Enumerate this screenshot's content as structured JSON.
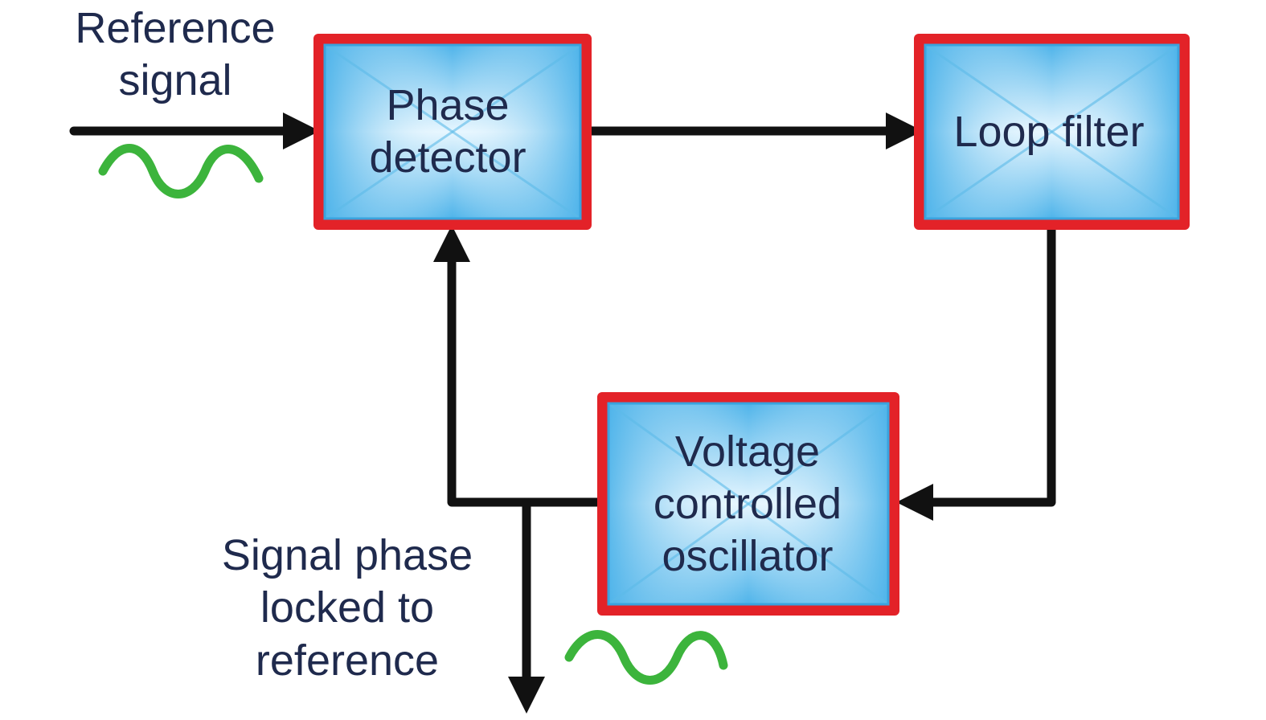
{
  "blocks": {
    "phase_detector": {
      "line1": "Phase",
      "line2": "detector"
    },
    "loop_filter": {
      "line1": "Loop filter"
    },
    "vco": {
      "line1": "Voltage",
      "line2": "controlled",
      "line3": "oscillator"
    }
  },
  "labels": {
    "input": {
      "line1": "Reference",
      "line2": "signal"
    },
    "output": {
      "line1": "Signal phase",
      "line2": "locked to",
      "line3": "reference"
    }
  },
  "colors": {
    "block_border": "#e32228",
    "block_fill": "#7cc8ee",
    "wire": "#111111",
    "waveform": "#3cb43c",
    "text": "#1f2a4d"
  },
  "icons": {
    "input_wave": "sine-wave-icon",
    "output_wave": "sine-wave-icon"
  }
}
